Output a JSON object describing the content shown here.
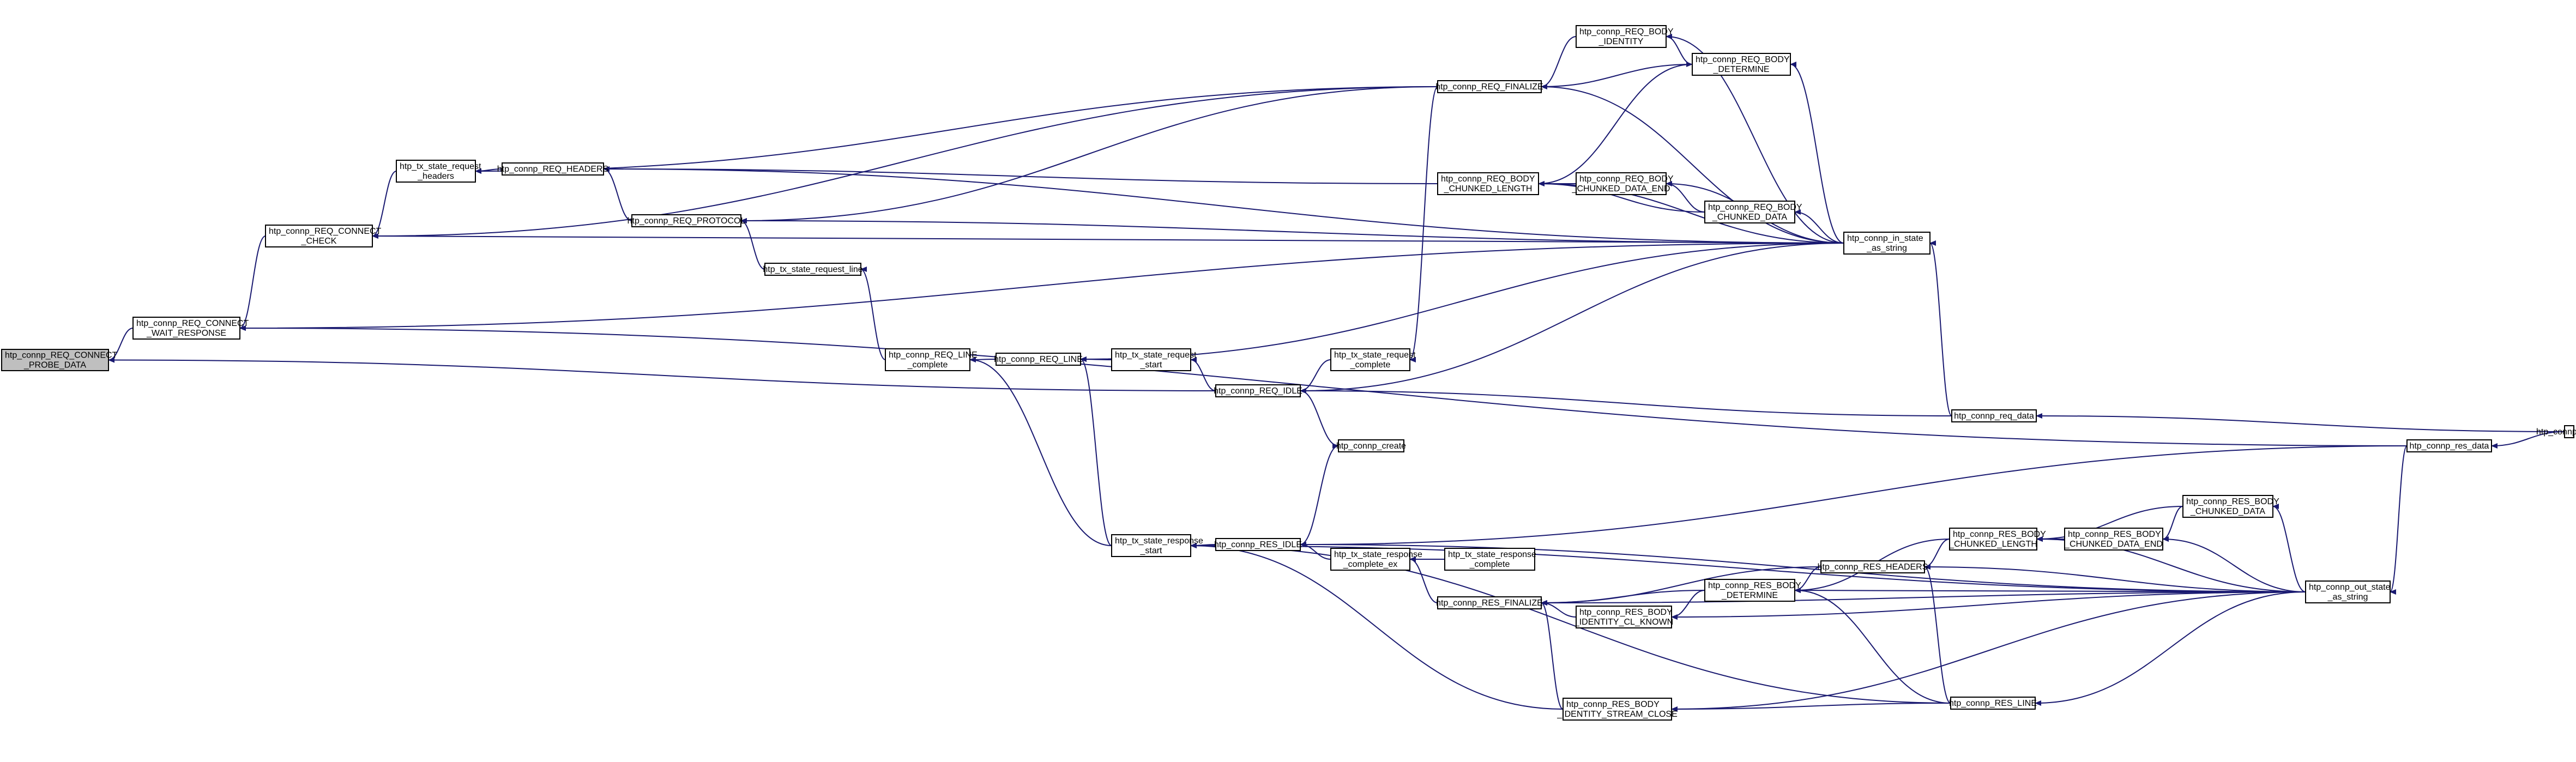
{
  "diagram": {
    "type": "call-graph",
    "edge_color": "#191970",
    "root_fill": "#bfbfbf",
    "node_fill": "#ffffff",
    "nodes": [
      {
        "id": "root",
        "lines": [
          "htp_connp_REQ_CONNECT",
          "_PROBE_DATA"
        ],
        "root": true
      },
      {
        "id": "wait",
        "lines": [
          "htp_connp_REQ_CONNECT",
          "_WAIT_RESPONSE"
        ]
      },
      {
        "id": "check",
        "lines": [
          "htp_connp_REQ_CONNECT",
          "_CHECK"
        ]
      },
      {
        "id": "txreqhdr",
        "lines": [
          "htp_tx_state_request",
          "_headers"
        ]
      },
      {
        "id": "reqhdr",
        "lines": [
          "htp_connp_REQ_HEADERS"
        ]
      },
      {
        "id": "reqproto",
        "lines": [
          "htp_connp_REQ_PROTOCOL"
        ]
      },
      {
        "id": "txreqline",
        "lines": [
          "htp_tx_state_request_line"
        ]
      },
      {
        "id": "reqlinec",
        "lines": [
          "htp_connp_REQ_LINE",
          "_complete"
        ]
      },
      {
        "id": "reqline",
        "lines": [
          "htp_connp_REQ_LINE"
        ]
      },
      {
        "id": "txreqstart",
        "lines": [
          "htp_tx_state_request",
          "_start"
        ]
      },
      {
        "id": "reqidle",
        "lines": [
          "htp_connp_REQ_IDLE"
        ]
      },
      {
        "id": "txreqcomp",
        "lines": [
          "htp_tx_state_request",
          "_complete"
        ]
      },
      {
        "id": "create",
        "lines": [
          "htp_connp_create"
        ]
      },
      {
        "id": "reqfin",
        "lines": [
          "htp_connp_REQ_FINALIZE"
        ]
      },
      {
        "id": "reqbodyid",
        "lines": [
          "htp_connp_REQ_BODY",
          "_IDENTITY"
        ]
      },
      {
        "id": "reqbodydet",
        "lines": [
          "htp_connp_REQ_BODY",
          "_DETERMINE"
        ]
      },
      {
        "id": "reqbodycl",
        "lines": [
          "htp_connp_REQ_BODY",
          "_CHUNKED_LENGTH"
        ]
      },
      {
        "id": "reqbodycde",
        "lines": [
          "htp_connp_REQ_BODY",
          "_CHUNKED_DATA_END"
        ]
      },
      {
        "id": "reqbodycd",
        "lines": [
          "htp_connp_REQ_BODY",
          "_CHUNKED_DATA"
        ]
      },
      {
        "id": "instate",
        "lines": [
          "htp_connp_in_state",
          "_as_string"
        ]
      },
      {
        "id": "reqdata",
        "lines": [
          "htp_connp_req_data"
        ]
      },
      {
        "id": "close",
        "lines": [
          "htp_connp_close"
        ]
      },
      {
        "id": "resdata",
        "lines": [
          "htp_connp_res_data"
        ]
      },
      {
        "id": "txresstart",
        "lines": [
          "htp_tx_state_response",
          "_start"
        ]
      },
      {
        "id": "residle",
        "lines": [
          "htp_connp_RES_IDLE"
        ]
      },
      {
        "id": "txrescompex",
        "lines": [
          "htp_tx_state_response",
          "_complete_ex"
        ]
      },
      {
        "id": "txrescomp",
        "lines": [
          "htp_tx_state_response",
          "_complete"
        ]
      },
      {
        "id": "resfin",
        "lines": [
          "htp_connp_RES_FINALIZE"
        ]
      },
      {
        "id": "resbodyidcl",
        "lines": [
          "htp_connp_RES_BODY",
          "_IDENTITY_CL_KNOWN"
        ]
      },
      {
        "id": "resbodydet",
        "lines": [
          "htp_connp_RES_BODY",
          "_DETERMINE"
        ]
      },
      {
        "id": "reshdr",
        "lines": [
          "htp_connp_RES_HEADERS"
        ]
      },
      {
        "id": "resbodycl",
        "lines": [
          "htp_connp_RES_BODY",
          "_CHUNKED_LENGTH"
        ]
      },
      {
        "id": "resbodycde",
        "lines": [
          "htp_connp_RES_BODY",
          "_CHUNKED_DATA_END"
        ]
      },
      {
        "id": "resbodycd",
        "lines": [
          "htp_connp_RES_BODY",
          "_CHUNKED_DATA"
        ]
      },
      {
        "id": "outstate",
        "lines": [
          "htp_connp_out_state",
          "_as_string"
        ]
      },
      {
        "id": "resbodyidsc",
        "lines": [
          "htp_connp_RES_BODY",
          "_IDENTITY_STREAM_CLOSE"
        ]
      },
      {
        "id": "resline",
        "lines": [
          "htp_connp_RES_LINE"
        ]
      }
    ],
    "edges": [
      [
        "wait",
        "root"
      ],
      [
        "check",
        "wait"
      ],
      [
        "txreqhdr",
        "check"
      ],
      [
        "reqhdr",
        "txreqhdr"
      ],
      [
        "reqproto",
        "reqhdr"
      ],
      [
        "txreqline",
        "reqproto"
      ],
      [
        "reqlinec",
        "txreqline"
      ],
      [
        "reqline",
        "reqlinec"
      ],
      [
        "txreqstart",
        "reqline"
      ],
      [
        "reqidle",
        "txreqstart"
      ],
      [
        "reqidle",
        "root"
      ],
      [
        "txreqcomp",
        "reqidle"
      ],
      [
        "create",
        "reqidle"
      ],
      [
        "reqdata",
        "reqidle"
      ],
      [
        "close",
        "reqdata"
      ],
      [
        "resdata",
        "wait"
      ],
      [
        "close",
        "resdata"
      ],
      [
        "reqfin",
        "check"
      ],
      [
        "reqfin",
        "txreqhdr"
      ],
      [
        "reqfin",
        "reqproto"
      ],
      [
        "reqfin",
        "txreqcomp"
      ],
      [
        "reqbodyid",
        "reqfin"
      ],
      [
        "reqbodydet",
        "reqfin"
      ],
      [
        "reqbodydet",
        "reqbodyid"
      ],
      [
        "reqbodycl",
        "reqhdr"
      ],
      [
        "reqbodycl",
        "reqbodydet"
      ],
      [
        "reqbodycde",
        "reqbodycl"
      ],
      [
        "reqbodycd",
        "reqbodycl"
      ],
      [
        "reqbodycd",
        "reqbodycde"
      ],
      [
        "instate",
        "wait"
      ],
      [
        "instate",
        "check"
      ],
      [
        "instate",
        "reqhdr"
      ],
      [
        "instate",
        "reqproto"
      ],
      [
        "instate",
        "reqline"
      ],
      [
        "instate",
        "reqidle"
      ],
      [
        "instate",
        "reqfin"
      ],
      [
        "instate",
        "reqbodyid"
      ],
      [
        "instate",
        "reqbodydet"
      ],
      [
        "instate",
        "reqbodycl"
      ],
      [
        "instate",
        "reqbodycde"
      ],
      [
        "instate",
        "reqbodycd"
      ],
      [
        "reqdata",
        "instate"
      ],
      [
        "txresstart",
        "reqlinec"
      ],
      [
        "txresstart",
        "reqline"
      ],
      [
        "residle",
        "txresstart"
      ],
      [
        "txrescompex",
        "residle"
      ],
      [
        "txrescomp",
        "txrescompex"
      ],
      [
        "residle",
        "create"
      ],
      [
        "resfin",
        "txrescompex"
      ],
      [
        "resbodyidcl",
        "resfin"
      ],
      [
        "resbodydet",
        "resfin"
      ],
      [
        "resbodydet",
        "resbodyidcl"
      ],
      [
        "reshdr",
        "resfin"
      ],
      [
        "reshdr",
        "resbodydet"
      ],
      [
        "resbodycl",
        "reshdr"
      ],
      [
        "resbodycl",
        "resbodydet"
      ],
      [
        "resbodycde",
        "resbodycl"
      ],
      [
        "resbodycd",
        "resbodycl"
      ],
      [
        "resbodycd",
        "resbodycde"
      ],
      [
        "resbodyidsc",
        "txresstart"
      ],
      [
        "resbodyidsc",
        "resfin"
      ],
      [
        "resline",
        "txresstart"
      ],
      [
        "resline",
        "reshdr"
      ],
      [
        "resline",
        "resbodyidsc"
      ],
      [
        "resline",
        "resbodydet"
      ],
      [
        "outstate",
        "residle"
      ],
      [
        "outstate",
        "resfin"
      ],
      [
        "outstate",
        "resbodyidcl"
      ],
      [
        "outstate",
        "resbodydet"
      ],
      [
        "outstate",
        "reshdr"
      ],
      [
        "outstate",
        "resbodycl"
      ],
      [
        "outstate",
        "resbodycde"
      ],
      [
        "outstate",
        "resbodycd"
      ],
      [
        "outstate",
        "resbodyidsc"
      ],
      [
        "outstate",
        "resline"
      ],
      [
        "outstate",
        "txresstart"
      ],
      [
        "resdata",
        "outstate"
      ],
      [
        "resdata",
        "residle"
      ]
    ]
  }
}
